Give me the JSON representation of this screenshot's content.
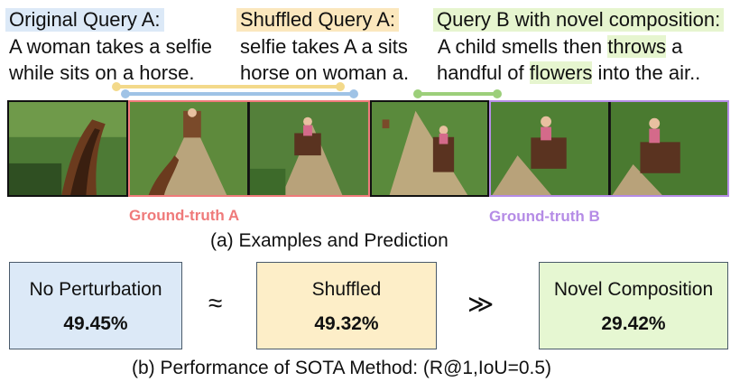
{
  "queries": {
    "original": {
      "title": "Original Query A:",
      "line1": "A woman takes a selfie",
      "line2": "while sits on a horse.",
      "color": "#dce9f7"
    },
    "shuffled": {
      "title": "Shuffled Query A:",
      "line1": "selfie takes A a sits",
      "line2": "horse on woman a.",
      "color": "#fbe7bd"
    },
    "novel": {
      "title": "Query B with novel composition:",
      "line1_a": " A child smells then ",
      "line1_hl": "throws",
      "line1_b": " a",
      "line2_a": "handful of ",
      "line2_hl": "flowers",
      "line2_b": " into the air..",
      "color": "#e6f5cf"
    }
  },
  "ground_truth": {
    "a_label": "Ground-truth A",
    "a_color": "#ef7a7a",
    "b_label": "Ground-truth B",
    "b_color": "#b58ce6"
  },
  "connector_colors": {
    "yellow": "#f3d98a",
    "blue": "#9fc3e6",
    "green": "#9ccf7a"
  },
  "caption_a": "(a) Examples and  Prediction",
  "performance": {
    "boxes": [
      {
        "title": "No Perturbation",
        "value": "49.45%",
        "color": "#dce9f7"
      },
      {
        "title": "Shuffled",
        "value": "49.32%",
        "color": "#fdeec8"
      },
      {
        "title": "Novel Composition",
        "value": "29.42%",
        "color": "#e6f7d2"
      }
    ],
    "relation_1": "≈",
    "relation_2": "≫"
  },
  "caption_b": "(b) Performance of  SOTA  Method: (R@1,IoU=0.5)"
}
